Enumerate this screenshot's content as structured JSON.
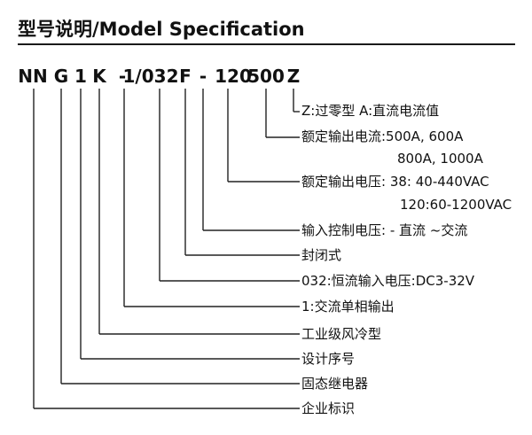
{
  "title": "型号说明/Model Specification",
  "code_parts": [
    {
      "id": "nn",
      "text": "NN"
    },
    {
      "id": "g",
      "text": "G"
    },
    {
      "id": "1",
      "text": "1"
    },
    {
      "id": "k",
      "text": "K"
    },
    {
      "id": "dash1",
      "text": "-"
    },
    {
      "id": "1-032",
      "text": "1/032"
    },
    {
      "id": "f",
      "text": "F"
    },
    {
      "id": "dash2",
      "text": "-"
    },
    {
      "id": "120",
      "text": "120"
    },
    {
      "id": "500",
      "text": "500"
    },
    {
      "id": "z",
      "text": "Z"
    }
  ],
  "descriptions": [
    {
      "id": "zero-cross",
      "lines": [
        "Z:过零型  A:直流电流值"
      ]
    },
    {
      "id": "output-current",
      "lines": [
        "额定输出电流:500A, 600A",
        "800A, 1000A"
      ]
    },
    {
      "id": "output-voltage",
      "lines": [
        "额定输出电压: 38: 40-440VAC",
        "120:60-1200VAC"
      ]
    },
    {
      "id": "control-voltage",
      "lines": [
        "输入控制电压: - 直流   ~交流"
      ]
    },
    {
      "id": "sealed",
      "lines": [
        "封闭式"
      ]
    },
    {
      "id": "input-current",
      "lines": [
        "032:恒流输入电压:DC3-32V"
      ]
    },
    {
      "id": "phase",
      "lines": [
        "1:交流单相输出"
      ]
    },
    {
      "id": "cooling",
      "lines": [
        "工业级风冷型"
      ]
    },
    {
      "id": "design-seq",
      "lines": [
        "设计序号"
      ]
    },
    {
      "id": "ssr",
      "lines": [
        "固态继电器"
      ]
    },
    {
      "id": "brand",
      "lines": [
        "企业标识"
      ]
    }
  ]
}
